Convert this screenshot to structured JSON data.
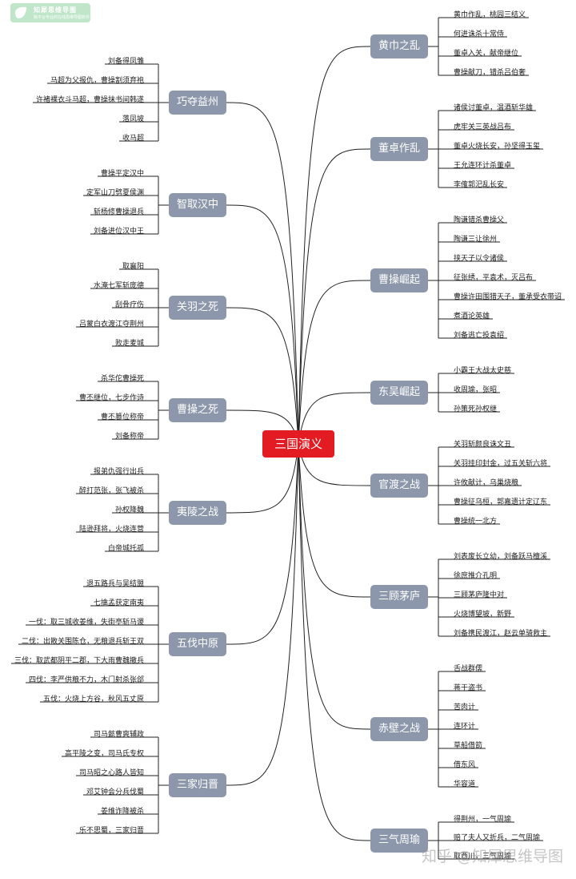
{
  "logo": {
    "title": "知犀思维导图",
    "subtitle": "跨平台专业的在线思维导图软件"
  },
  "root": {
    "label": "三国演义"
  },
  "colors": {
    "root": "#e31c23",
    "branch": "#8c97ab",
    "line": "#222222"
  },
  "branches": [
    {
      "id": "b1",
      "label": "黄巾之乱",
      "side": "right",
      "children": [
        "黄巾作乱，桃园三结义",
        "何进诛杀十常侍",
        "董卓入关，献帝继位",
        "曹操献刀，错杀吕伯奢"
      ]
    },
    {
      "id": "b2",
      "label": "董卓作乱",
      "side": "right",
      "children": [
        "诸侯讨董卓，温酒斩华雄",
        "虎牢关三英战吕布",
        "董卓火烧长安，孙坚得玉玺",
        "王允连环计杀董卓",
        "李傕郭汜乱长安"
      ]
    },
    {
      "id": "b3",
      "label": "曹操崛起",
      "side": "right",
      "children": [
        "陶谦错杀曹操父",
        "陶谦三让徐州",
        "挟天子以令诸侯",
        "征张绣，平袁术，灭吕布",
        "曹操许田围猎天子，董承受衣带诏",
        "煮酒论英雄",
        "刘备逃亡投袁绍"
      ]
    },
    {
      "id": "b4",
      "label": "东吴崛起",
      "side": "right",
      "children": [
        "小霸王大战太史慈",
        "收周瑜，张昭",
        "孙策死孙权继"
      ]
    },
    {
      "id": "b5",
      "label": "官渡之战",
      "side": "right",
      "children": [
        "关羽斩颜良诛文丑",
        "关羽挂印封金，过五关斩六将",
        "许攸献计，乌巢烧粮",
        "曹操征乌桓，郭嘉遗计定辽东",
        "曹操统一北方"
      ]
    },
    {
      "id": "b6",
      "label": "三顾茅庐",
      "side": "right",
      "children": [
        "刘表废长立幼，刘备跃马檀溪",
        "徐庶推介孔明",
        "三顾茅庐隆中对",
        "火烧博望坡，新野",
        "刘备携民渡江，赵云单骑救主"
      ]
    },
    {
      "id": "b7",
      "label": "赤壁之战",
      "side": "right",
      "children": [
        "舌战群儒",
        "蒋干盗书",
        "苦肉计",
        "连环计",
        "草船借箭",
        "借东风",
        "华容道"
      ]
    },
    {
      "id": "b8",
      "label": "三气周瑜",
      "side": "right",
      "children": [
        "得荆州，一气周瑜",
        "赔了夫人又折兵，二气周瑜",
        "取西川，三气周瑜"
      ]
    },
    {
      "id": "b9",
      "label": "巧夺益州",
      "side": "left",
      "children": [
        "刘备得凤雏",
        "马超为父报仇，曹操割须弃袍",
        "许褚裸衣斗马超，曹操抹书间韩遂",
        "落凤坡",
        "收马超"
      ]
    },
    {
      "id": "b10",
      "label": "智取汉中",
      "side": "left",
      "children": [
        "曹操平定汉中",
        "定军山刀劈夏侯渊",
        "斩杨修曹操退兵",
        "刘备进位汉中王"
      ]
    },
    {
      "id": "b11",
      "label": "关羽之死",
      "side": "left",
      "children": [
        "取襄阳",
        "水淹七军斩庞德",
        "刮骨疗伤",
        "吕蒙白衣渡江夺荆州",
        "败走麦城"
      ]
    },
    {
      "id": "b12",
      "label": "曹操之死",
      "side": "left",
      "children": [
        "杀华佗曹操死",
        "曹丕继位，七步作诗",
        "曹丕篡位称帝",
        "刘备称帝"
      ]
    },
    {
      "id": "b13",
      "label": "夷陵之战",
      "side": "left",
      "children": [
        "报弟仇强行出兵",
        "醉打范张，张飞被杀",
        "孙权降魏",
        "陆逊拜将，火烧连营",
        "白帝城托孤"
      ]
    },
    {
      "id": "b14",
      "label": "五伐中原",
      "side": "left",
      "children": [
        "退五路兵与吴结盟",
        "七擒孟获定南夷",
        "一伐：取三城收姜维，失街亭斩马谡",
        "二伐：出散关围陈仓，无粮退兵斩王双",
        "三伐：取武都阴平二郡，下大雨曹魏撤兵",
        "四伐：李严供粮不力，木门射杀张郃",
        "五伐：火烧上方谷，秋风五丈原"
      ]
    },
    {
      "id": "b15",
      "label": "三家归晋",
      "side": "left",
      "children": [
        "司马懿曹爽辅政",
        "高平陵之变，司马氏专权",
        "司马昭之心路人皆知",
        "邓艾钟会分兵伐蜀",
        "姜维诈降被杀",
        "乐不思蜀，三家归晋"
      ]
    }
  ],
  "watermark": "知乎 @知犀思维导图"
}
